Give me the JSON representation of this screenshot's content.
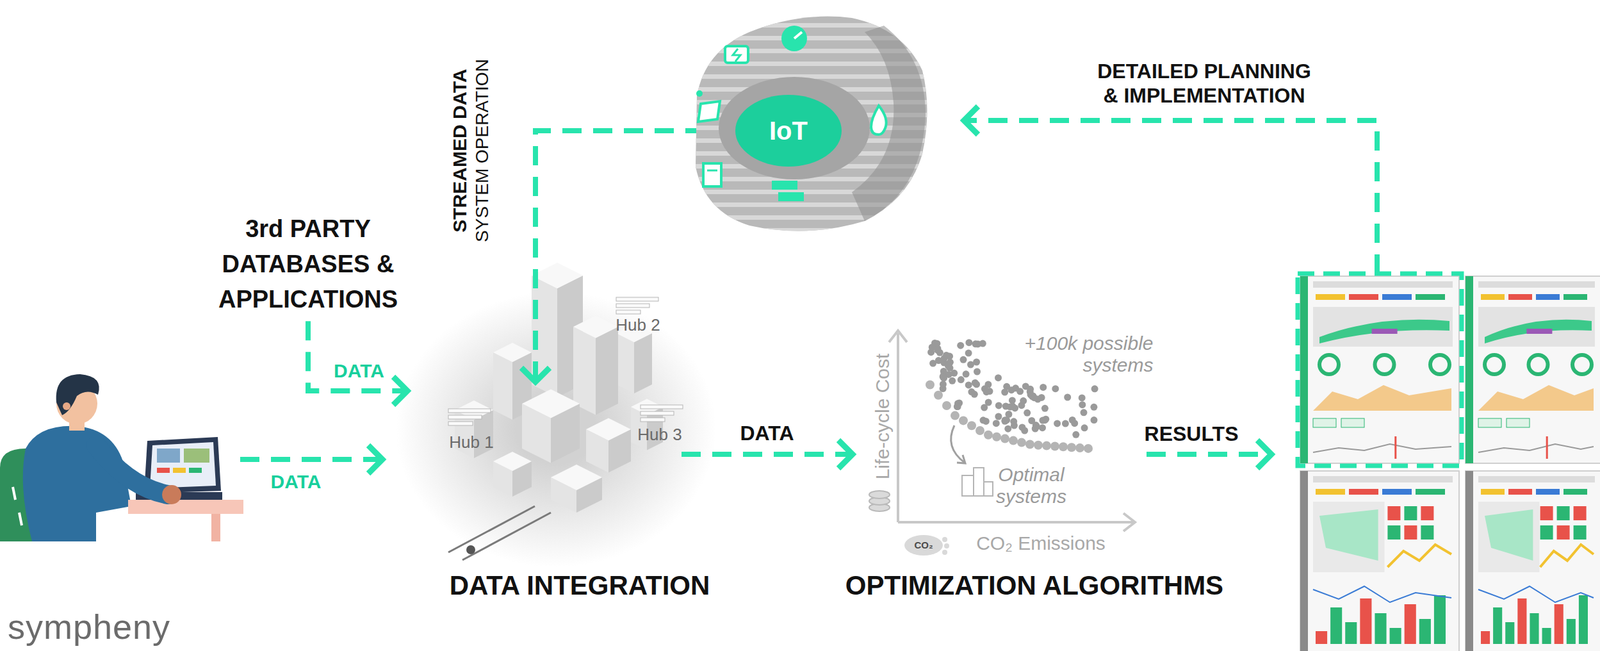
{
  "diagram": {
    "nodes": [
      {
        "text": [
          "3rd PARTY DATABASES & APPLICATIONS"
        ]
      },
      {
        "text": [
          "IoT"
        ]
      },
      {
        "text": [
          "DATA INTEGRATION"
        ]
      },
      {
        "text": [
          "OPTIMIZATION ALGORITHMS"
        ]
      }
    ],
    "edges": [
      {
        "from": 0,
        "to": 2,
        "arrow": "to",
        "label": "DATA"
      },
      {
        "from": 1,
        "to": 2,
        "arrow": "to",
        "label": "STREAMED DATA"
      },
      {
        "from": 2,
        "to": 3,
        "arrow": "to",
        "label": "DATA"
      }
    ],
    "labels": [
      "DATA",
      "SYSTEM OPERATION",
      "Hub 1",
      "Hub 2",
      "Hub 3",
      "+100k possible systems",
      "Optimal systems",
      "Life-cycle Cost",
      "CO₂ Emissions",
      "CO₂",
      "RESULTS",
      "DETAILED PLANNING & IMPLEMENTATION",
      "sympheny"
    ]
  }
}
